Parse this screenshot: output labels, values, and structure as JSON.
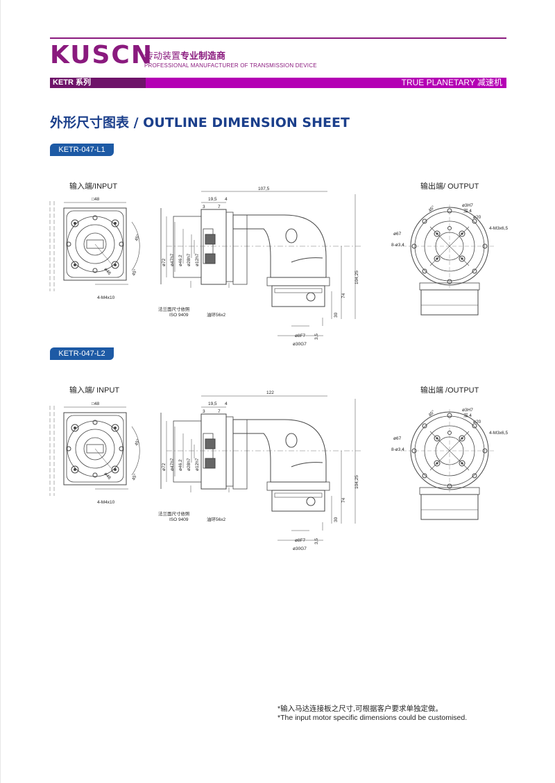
{
  "header": {
    "brand": "KUSCN",
    "tagline_cn_normal": "传动装置",
    "tagline_cn_bold": "专业制造商",
    "tagline_en": "PROFESSIONAL MANUFACTURER OF TRANSMISSION DEVICE",
    "series": "KETR 系列",
    "product_type": "TRUE  PLANETARY 减速机",
    "brand_color": "#8a1a7e",
    "band_color": "#b400b4"
  },
  "page_title": "外形尺寸图表 / OUTLINE DIMENSION SHEET",
  "sections": [
    {
      "model": "KETR-047-L1",
      "input_label": "输入端/INPUT",
      "output_label": "输出端/ OUTPUT",
      "dims": {
        "square": "□48",
        "angle": "45°",
        "pcd": "ø46",
        "bolt": "4-M4x10",
        "d72": "ø72",
        "d47": "ø47h7",
        "d46": "ø46.2",
        "d28": "ø28h7",
        "d12": "ø12h7",
        "len_total": "107,5",
        "len_a": "19,5",
        "len_b": "4",
        "len_c": "3",
        "len_d": "7",
        "h_total": "104,25",
        "h_mid": "74",
        "h_low": "30",
        "h_key": "3,5",
        "shaft_d": "ø8F7",
        "shaft_base": "ø30G7",
        "note_flange_1": "法兰面尺寸依照",
        "note_flange_2": "ISO 9409",
        "note_seal": "油环56x2",
        "out_d67": "ø67",
        "out_holes": "8-ø3,4",
        "out_pin": "ø3H7",
        "out_pin_depth": "深 4",
        "out_d20": "ø20",
        "out_thread": "4-M3x6,5"
      }
    },
    {
      "model": "KETR-047-L2",
      "input_label": "输入端/ INPUT",
      "output_label": "输出端 /OUTPUT",
      "dims": {
        "square": "□48",
        "angle": "45°",
        "pcd": "ø46",
        "bolt": "4-M4x10",
        "d72": "ø72",
        "d47": "ø47h7",
        "d46": "ø46.2",
        "d28": "ø28h7",
        "d12": "ø12h7",
        "len_total": "122",
        "len_a": "19,5",
        "len_b": "4",
        "len_c": "3",
        "len_d": "7",
        "h_total": "104,25",
        "h_mid": "74",
        "h_low": "30",
        "h_key": "3,5",
        "shaft_d": "ø8F7",
        "shaft_base": "ø30G7",
        "note_flange_1": "法兰面尺寸依照",
        "note_flange_2": "ISO 9409",
        "note_seal": "油环56x2",
        "out_d67": "ø67",
        "out_holes": "8-ø3,4",
        "out_pin": "ø3H7",
        "out_pin_depth": "深 4",
        "out_d20": "ø20",
        "out_thread": "4-M3x6,5"
      }
    }
  ],
  "footnote": {
    "cn": "*输入马达连接板之尺寸,可根据客户要求单独定做。",
    "en": "*The input motor specific dimensions could be customised."
  }
}
